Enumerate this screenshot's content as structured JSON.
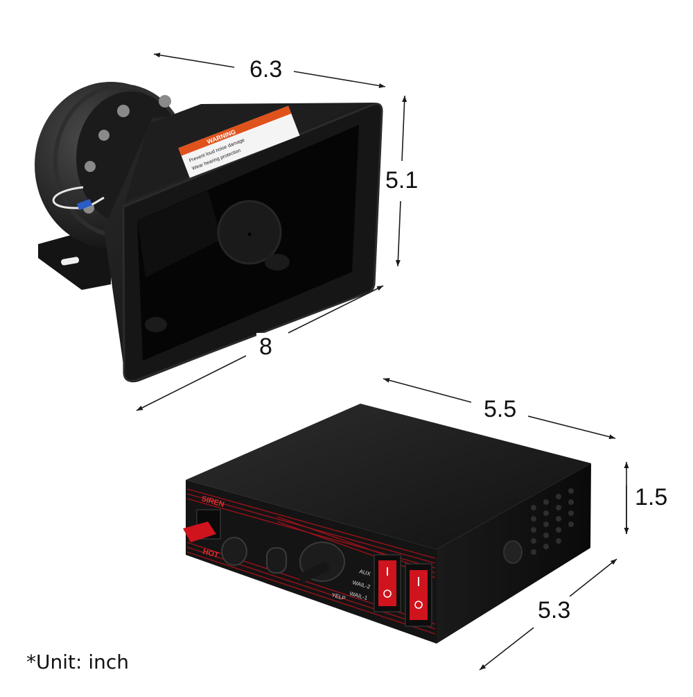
{
  "dimensions": {
    "horn_width": "6.3",
    "horn_height": "5.1",
    "horn_depth": "8",
    "box_width": "5.5",
    "box_height": "1.5",
    "box_depth": "5.3"
  },
  "horn_label": {
    "warning_title": "WARNING",
    "line1": "Prevent loud noise damage",
    "line2": "Wear hearing protection"
  },
  "panel": {
    "brand": "SIREN",
    "hot_label": "HOT",
    "aux": "AUX",
    "wail2": "WAIL-2",
    "wail1": "WAIL-1",
    "yelp": "YELP"
  },
  "unit_note": "*Unit: inch",
  "colors": {
    "accent_red": "#d0141e",
    "body_black": "#151515",
    "arrow": "#1a1a1a"
  }
}
